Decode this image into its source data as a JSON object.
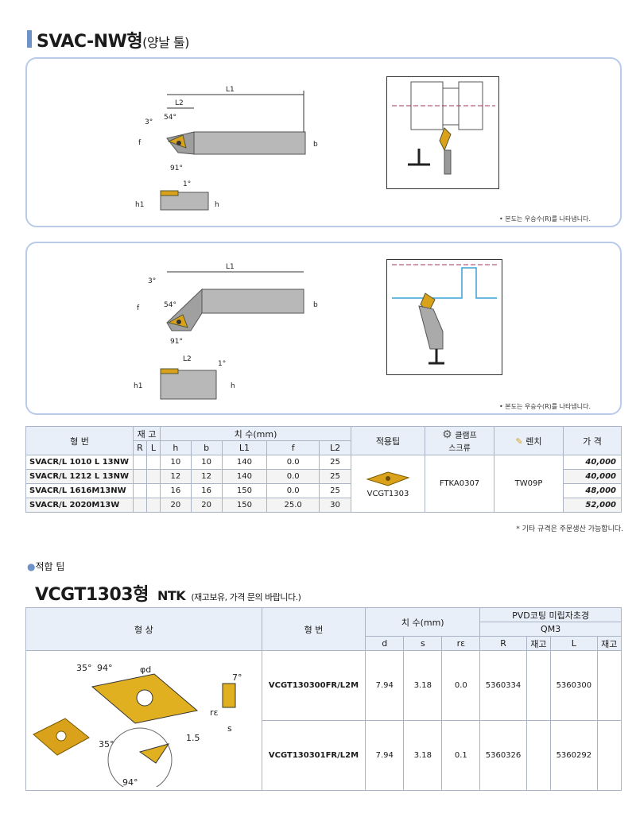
{
  "header": {
    "title": "SVAC-NW형",
    "subtitle": "(양날 툴)"
  },
  "panel1": {
    "note": "• 본도는 우승수(R)를 나타냅니다.",
    "dims": {
      "L1": "L1",
      "L2": "L2",
      "b": "b",
      "f": "f",
      "h": "h",
      "h1": "h1",
      "angle3": "3°",
      "angle54": "54°",
      "angle91": "91°",
      "angle1": "1°"
    }
  },
  "panel2": {
    "note": "• 본도는 우승수(R)를 나타냅니다.",
    "dims": {
      "L1": "L1",
      "L2": "L2",
      "b": "b",
      "f": "f",
      "h": "h",
      "h1": "h1",
      "angle3": "3°",
      "angle54": "54°",
      "angle91": "91°",
      "angle1": "1°"
    }
  },
  "spec_table": {
    "headers": {
      "model": "형  번",
      "stock": "재 고",
      "stock_r": "R",
      "stock_l": "L",
      "dims": "치 수(mm)",
      "h": "h",
      "b": "b",
      "l1": "L1",
      "f": "f",
      "l2": "L2",
      "tip": "적용팁",
      "clamp": "클램프\n스크류",
      "wrench": "렌치",
      "price": "가 격"
    },
    "rows": [
      {
        "model": "SVACR/L 1010 L 13NW",
        "h": "10",
        "b": "10",
        "l1": "140",
        "f": "0.0",
        "l2": "25",
        "price": "40,000"
      },
      {
        "model": "SVACR/L 1212 L 13NW",
        "h": "12",
        "b": "12",
        "l1": "140",
        "f": "0.0",
        "l2": "25",
        "price": "40,000"
      },
      {
        "model": "SVACR/L 1616M13NW",
        "h": "16",
        "b": "16",
        "l1": "150",
        "f": "0.0",
        "l2": "25",
        "price": "48,000"
      },
      {
        "model": "SVACR/L 2020M13W",
        "h": "20",
        "b": "20",
        "l1": "150",
        "f": "25.0",
        "l2": "30",
        "price": "52,000"
      }
    ],
    "tip_name": "VCGT1303",
    "clamp_value": "FTKA0307",
    "wrench_value": "TW09P",
    "footnote": "* 기타 규격은 주문생산 가능합니다."
  },
  "section2": {
    "bullet": "적합 팁",
    "title": "VCGT1303형",
    "brand": "NTK",
    "subtitle": "(재고보유, 가격 문의 바랍니다.)"
  },
  "tip_table": {
    "headers": {
      "shape": "형     상",
      "model": "형  번",
      "dims": "치 수(mm)",
      "d": "d",
      "s": "s",
      "re": "rε",
      "coat": "PVD코팅 미립자초경",
      "grade": "QM3",
      "r": "R",
      "stock": "재고",
      "l": "L",
      "stock2": "재고"
    },
    "rows": [
      {
        "model": "VCGT130300FR/L2M",
        "d": "7.94",
        "s": "3.18",
        "re": "0.0",
        "r": "5360334",
        "l": "5360300"
      },
      {
        "model": "VCGT130301FR/L2M",
        "d": "7.94",
        "s": "3.18",
        "re": "0.1",
        "r": "5360326",
        "l": "5360292"
      }
    ],
    "shape_labels": {
      "a35": "35°",
      "a94": "94°",
      "phid": "φd",
      "a7": "7°",
      "re": "rε",
      "v15": "1.5",
      "s": "s",
      "b35": "35°",
      "b94": "94°"
    }
  },
  "colors": {
    "accent": "#6f92c9",
    "panel_border": "#b9cbe9",
    "insert_gold": "#d9a21a",
    "header_bg": "#e9eff8"
  }
}
